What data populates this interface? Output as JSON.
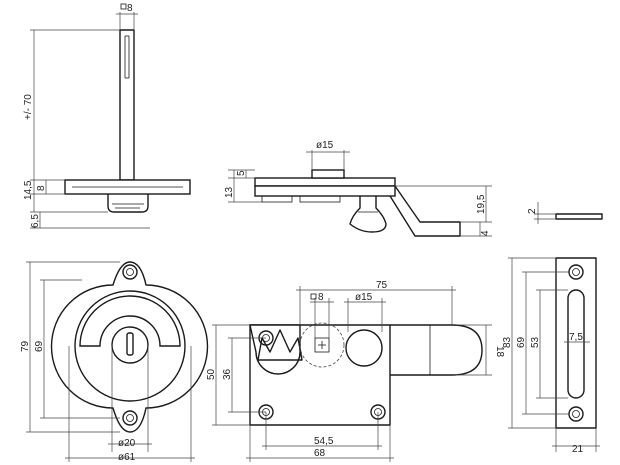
{
  "dimensions": {
    "spindle_square": "8",
    "spindle_length": "+/- 70",
    "rose_thickness": "8",
    "rose_total_height": "14,5",
    "turn_height": "6,5",
    "knob_diameter": "ø15",
    "side_height_5": "5",
    "side_height_13": "13",
    "side_drop": "19,5",
    "side_end_thickness": "4",
    "plate_thickness": "2",
    "rose_height_79": "79",
    "rose_height_69": "69",
    "rose_slot_diameter": "ø20",
    "rose_diameter": "ø61",
    "bolt_width": "75",
    "bolt_square": "8",
    "bolt_knob_diameter": "ø15",
    "bolt_height_18": "18",
    "body_height_50": "50",
    "body_height_36": "36",
    "body_hole_spacing": "54,5",
    "body_width": "68",
    "keep_height_83": "83",
    "keep_height_69": "69",
    "keep_height_53": "53",
    "keep_slot_width": "7,5",
    "keep_width": "21"
  }
}
